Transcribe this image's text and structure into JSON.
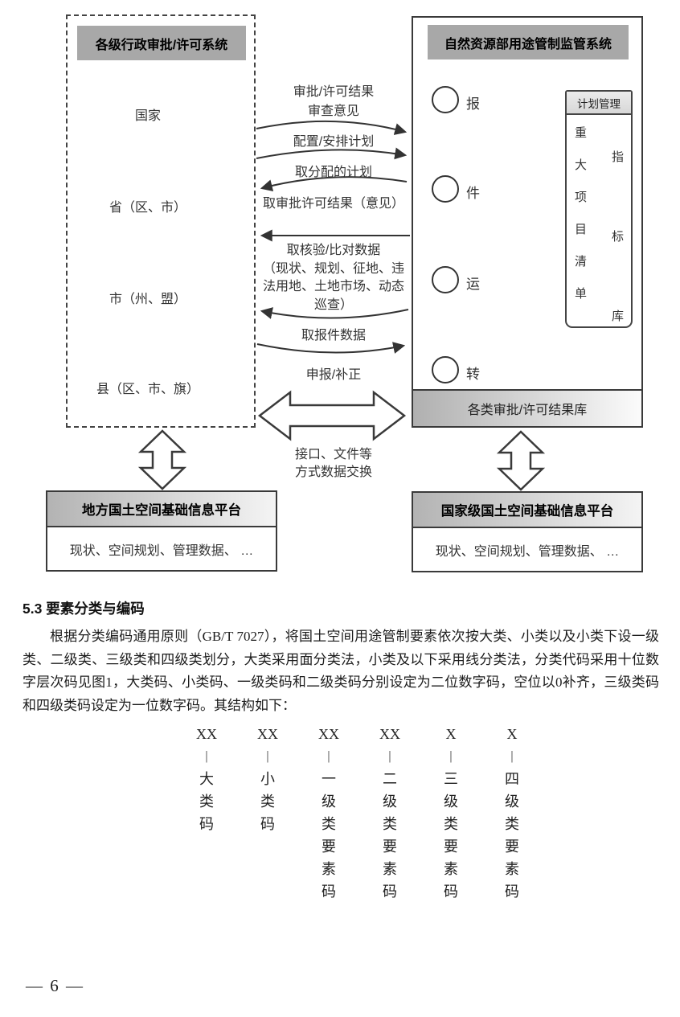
{
  "diagram": {
    "left_box": {
      "title": "各级行政审批/许可系统",
      "levels": [
        "国家",
        "省（区、市）",
        "市（州、盟）",
        "县（区、市、旗）"
      ]
    },
    "right_box": {
      "title": "自然资源部用途管制监管系统",
      "flow_nodes": [
        "报",
        "件",
        "运",
        "转"
      ],
      "plan_box": {
        "title": "计划管理",
        "left_column": "重大项目清单",
        "right_column": "指标库"
      },
      "result_bar": "各类审批/许可结果库"
    },
    "flow_labels": {
      "label1a": "审批/许可结果",
      "label1b": "审查意见",
      "label2": "配置/安排计划",
      "label3": "取分配的计划",
      "label4": "取审批许可结果（意见）",
      "label5": "取核验/比对数据 （现状、规划、征地、违法用地、土地市场、动态巡查）",
      "label6": "取报件数据",
      "label7": "申报/补正",
      "exchange": "接口、文件等 方式数据交换"
    },
    "bottom_left_box": {
      "title": "地方国土空间基础信息平台",
      "body": "现状、空间规划、管理数据、 …"
    },
    "bottom_right_box": {
      "title": "国家级国土空间基础信息平台",
      "body": "现状、空间规划、管理数据、 …"
    }
  },
  "section": {
    "heading": "5.3 要素分类与编码",
    "paragraph": "根据分类编码通用原则（GB/T 7027），将国土空间用途管制要素依次按大类、小类以及小类下设一级类、二级类、三级类和四级类划分，大类采用面分类法，小类及以下采用线分类法，分类代码采用十位数字层次码见图1，大类码、小类码、一级类码和二级类码分别设定为二位数字码，空位以0补齐，三级类码和四级类码设定为一位数字码。其结构如下："
  },
  "code_structure": {
    "separator": "|",
    "columns": [
      {
        "code": "XX",
        "chars": [
          "大",
          "类",
          "码"
        ]
      },
      {
        "code": "XX",
        "chars": [
          "小",
          "类",
          "码"
        ]
      },
      {
        "code": "XX",
        "chars": [
          "一",
          "级",
          "类",
          "要",
          "素",
          "码"
        ]
      },
      {
        "code": "XX",
        "chars": [
          "二",
          "级",
          "类",
          "要",
          "素",
          "码"
        ]
      },
      {
        "code": "X",
        "chars": [
          "三",
          "级",
          "类",
          "要",
          "素",
          "码"
        ]
      },
      {
        "code": "X",
        "chars": [
          "四",
          "级",
          "类",
          "要",
          "素",
          "码"
        ]
      }
    ]
  },
  "page_number": "— 6 —",
  "colors": {
    "header_gray": "#a8a8a8",
    "gradient_gray": "#b3b3b3",
    "border_dark": "#3a3a3a",
    "text": "#2b2b2b"
  }
}
